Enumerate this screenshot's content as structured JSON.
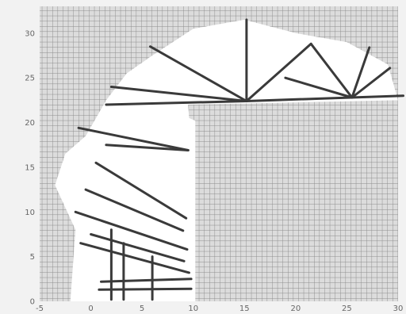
{
  "chart_data": {
    "type": "scatter",
    "title": "",
    "xlabel": "",
    "ylabel": "",
    "xlim": [
      -5,
      30
    ],
    "ylim": [
      0,
      33
    ],
    "x_ticks": [
      -5,
      0,
      5,
      10,
      15,
      20,
      25,
      30
    ],
    "x_tick_labels": [
      "-5",
      "0",
      "5",
      "10",
      "15",
      "20",
      "25",
      "30"
    ],
    "y_ticks": [
      0,
      5,
      10,
      15,
      20,
      25,
      30
    ],
    "y_tick_labels": [
      "0",
      "5",
      "10",
      "15",
      "20",
      "25",
      "30"
    ],
    "grid": true,
    "colors": {
      "grid": "#8a8a8a",
      "grid_bg": "#dcdcdc",
      "sweep_fill": "#ffffff",
      "member": "#3a3a3a"
    },
    "free_region": [
      [
        -2,
        0
      ],
      [
        -1.5,
        8
      ],
      [
        -3.5,
        13
      ],
      [
        -2.5,
        16.5
      ],
      [
        -0.5,
        18.5
      ],
      [
        1.5,
        22.5
      ],
      [
        3.5,
        25.5
      ],
      [
        6,
        27.5
      ],
      [
        10,
        30.5
      ],
      [
        15,
        31.5
      ],
      [
        20,
        30
      ],
      [
        25,
        29
      ],
      [
        29,
        26.5
      ],
      [
        30,
        22.5
      ],
      [
        9.5,
        22
      ],
      [
        9.6,
        20.5
      ],
      [
        10.2,
        20.2
      ],
      [
        10.2,
        0
      ]
    ],
    "members": [
      {
        "x": [
          15.2,
          15.2
        ],
        "y": [
          22.4,
          31.5
        ]
      },
      {
        "x": [
          15.2,
          5.8
        ],
        "y": [
          22.4,
          28.5
        ]
      },
      {
        "x": [
          15.2,
          21.5
        ],
        "y": [
          22.4,
          28.8
        ]
      },
      {
        "x": [
          25.5,
          21.5
        ],
        "y": [
          22.8,
          28.8
        ]
      },
      {
        "x": [
          25.5,
          27.2
        ],
        "y": [
          22.8,
          28.4
        ]
      },
      {
        "x": [
          25.5,
          29.2
        ],
        "y": [
          22.8,
          26.1
        ]
      },
      {
        "x": [
          25.5,
          19.0
        ],
        "y": [
          22.8,
          25.0
        ]
      },
      {
        "x": [
          15.2,
          30.5
        ],
        "y": [
          22.4,
          23.0
        ]
      },
      {
        "x": [
          15.2,
          2.0
        ],
        "y": [
          22.4,
          24.0
        ]
      },
      {
        "x": [
          15.2,
          1.5
        ],
        "y": [
          22.4,
          22.0
        ]
      },
      {
        "x": [
          9.5,
          -1.2
        ],
        "y": [
          16.9,
          19.4
        ]
      },
      {
        "x": [
          9.5,
          1.5
        ],
        "y": [
          16.9,
          17.5
        ]
      },
      {
        "x": [
          9.3,
          0.5
        ],
        "y": [
          9.3,
          15.5
        ]
      },
      {
        "x": [
          9.0,
          -0.5
        ],
        "y": [
          7.9,
          12.5
        ]
      },
      {
        "x": [
          9.4,
          -1.5
        ],
        "y": [
          5.8,
          10.0
        ]
      },
      {
        "x": [
          9.1,
          0.0
        ],
        "y": [
          4.5,
          7.5
        ]
      },
      {
        "x": [
          9.6,
          -1.0
        ],
        "y": [
          3.2,
          6.5
        ]
      },
      {
        "x": [
          1.0,
          9.8
        ],
        "y": [
          2.2,
          2.5
        ]
      },
      {
        "x": [
          0.8,
          9.8
        ],
        "y": [
          1.3,
          1.4
        ]
      },
      {
        "x": [
          3.2,
          3.2
        ],
        "y": [
          0.2,
          6.5
        ]
      },
      {
        "x": [
          2.0,
          2.0
        ],
        "y": [
          0.2,
          8.0
        ]
      },
      {
        "x": [
          6.0,
          6.0
        ],
        "y": [
          0.2,
          5.0
        ]
      }
    ]
  }
}
